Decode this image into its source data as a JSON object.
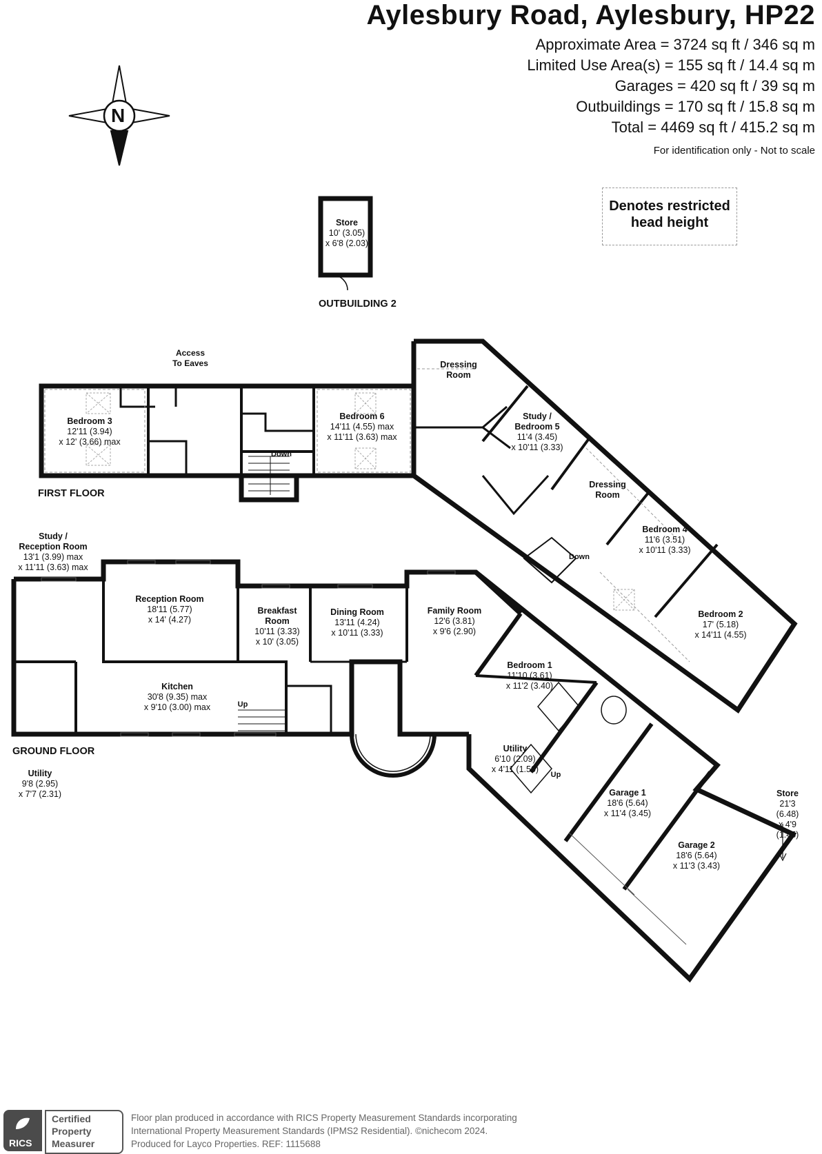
{
  "header": {
    "title": "Aylesbury Road, Aylesbury, HP22",
    "areas": [
      "Approximate Area = 3724 sq ft / 346 sq m",
      "Limited Use Area(s) = 155 sq ft / 14.4 sq m",
      "Garages = 420 sq ft / 39 sq m",
      "Outbuildings = 170 sq ft / 15.8 sq m",
      "Total = 4469 sq ft / 415.2 sq m"
    ],
    "note": "For identification only - Not to scale"
  },
  "compass": {
    "label": "N"
  },
  "legend": {
    "text": "Denotes restricted\nhead height"
  },
  "floors": {
    "outbuilding": "OUTBUILDING 2",
    "first": "FIRST FLOOR",
    "ground": "GROUND FLOOR"
  },
  "rooms": {
    "store_out": {
      "name": "Store",
      "dims": "10' (3.05)\nx 6'8 (2.03)"
    },
    "bedroom3": {
      "name": "Bedroom 3",
      "dims": "12'11 (3.94)\nx 12' (3.66) max"
    },
    "bedroom6": {
      "name": "Bedroom 6",
      "dims": "14'11 (4.55) max\nx 11'11 (3.63) max"
    },
    "dressing1": {
      "name": "Dressing\nRoom",
      "dims": ""
    },
    "study5": {
      "name": "Study /\nBedroom 5",
      "dims": "11'4 (3.45)\nx 10'11 (3.33)"
    },
    "dressing2": {
      "name": "Dressing\nRoom",
      "dims": ""
    },
    "bedroom4": {
      "name": "Bedroom 4",
      "dims": "11'6 (3.51)\nx 10'11 (3.33)"
    },
    "bedroom2": {
      "name": "Bedroom 2",
      "dims": "17' (5.18)\nx 14'11 (4.55)"
    },
    "study_reception": {
      "name": "Study /\nReception Room",
      "dims": "13'1 (3.99) max\nx 11'11 (3.63) max"
    },
    "reception": {
      "name": "Reception Room",
      "dims": "18'11 (5.77)\nx 14' (4.27)"
    },
    "breakfast": {
      "name": "Breakfast\nRoom",
      "dims": "10'11 (3.33)\nx 10' (3.05)"
    },
    "dining": {
      "name": "Dining Room",
      "dims": "13'11 (4.24)\nx 10'11 (3.33)"
    },
    "family": {
      "name": "Family Room",
      "dims": "12'6 (3.81)\nx 9'6 (2.90)"
    },
    "kitchen": {
      "name": "Kitchen",
      "dims": "30'8 (9.35) max\nx 9'10 (3.00) max"
    },
    "utility_g": {
      "name": "Utility",
      "dims": "9'8 (2.95)\nx 7'7 (2.31)"
    },
    "bedroom1": {
      "name": "Bedroom 1",
      "dims": "11'10 (3.61)\nx 11'2 (3.40)"
    },
    "utility2": {
      "name": "Utility",
      "dims": "6'10 (2.09)\nx 4'11 (1.50)"
    },
    "garage1": {
      "name": "Garage 1",
      "dims": "18'6 (5.64)\nx 11'4 (3.45)"
    },
    "garage2": {
      "name": "Garage 2",
      "dims": "18'6 (5.64)\nx 11'3 (3.43)"
    },
    "store_g": {
      "name": "Store",
      "dims": "21'3 (6.48)\nx 4'9 (1.45)"
    }
  },
  "tags": {
    "access_eaves": "Access\nTo Eaves",
    "down1": "Down",
    "down2": "Down",
    "up1": "Up",
    "up2": "Up"
  },
  "footer": {
    "badge": "RICS",
    "cert": [
      "Certified",
      "Property",
      "Measurer"
    ],
    "text": "Floor plan produced in accordance with RICS Property Measurement Standards incorporating\nInternational Property Measurement Standards (IPMS2 Residential).  ©nichecom 2024.\nProduced for Layco Properties.   REF: 1115688"
  }
}
